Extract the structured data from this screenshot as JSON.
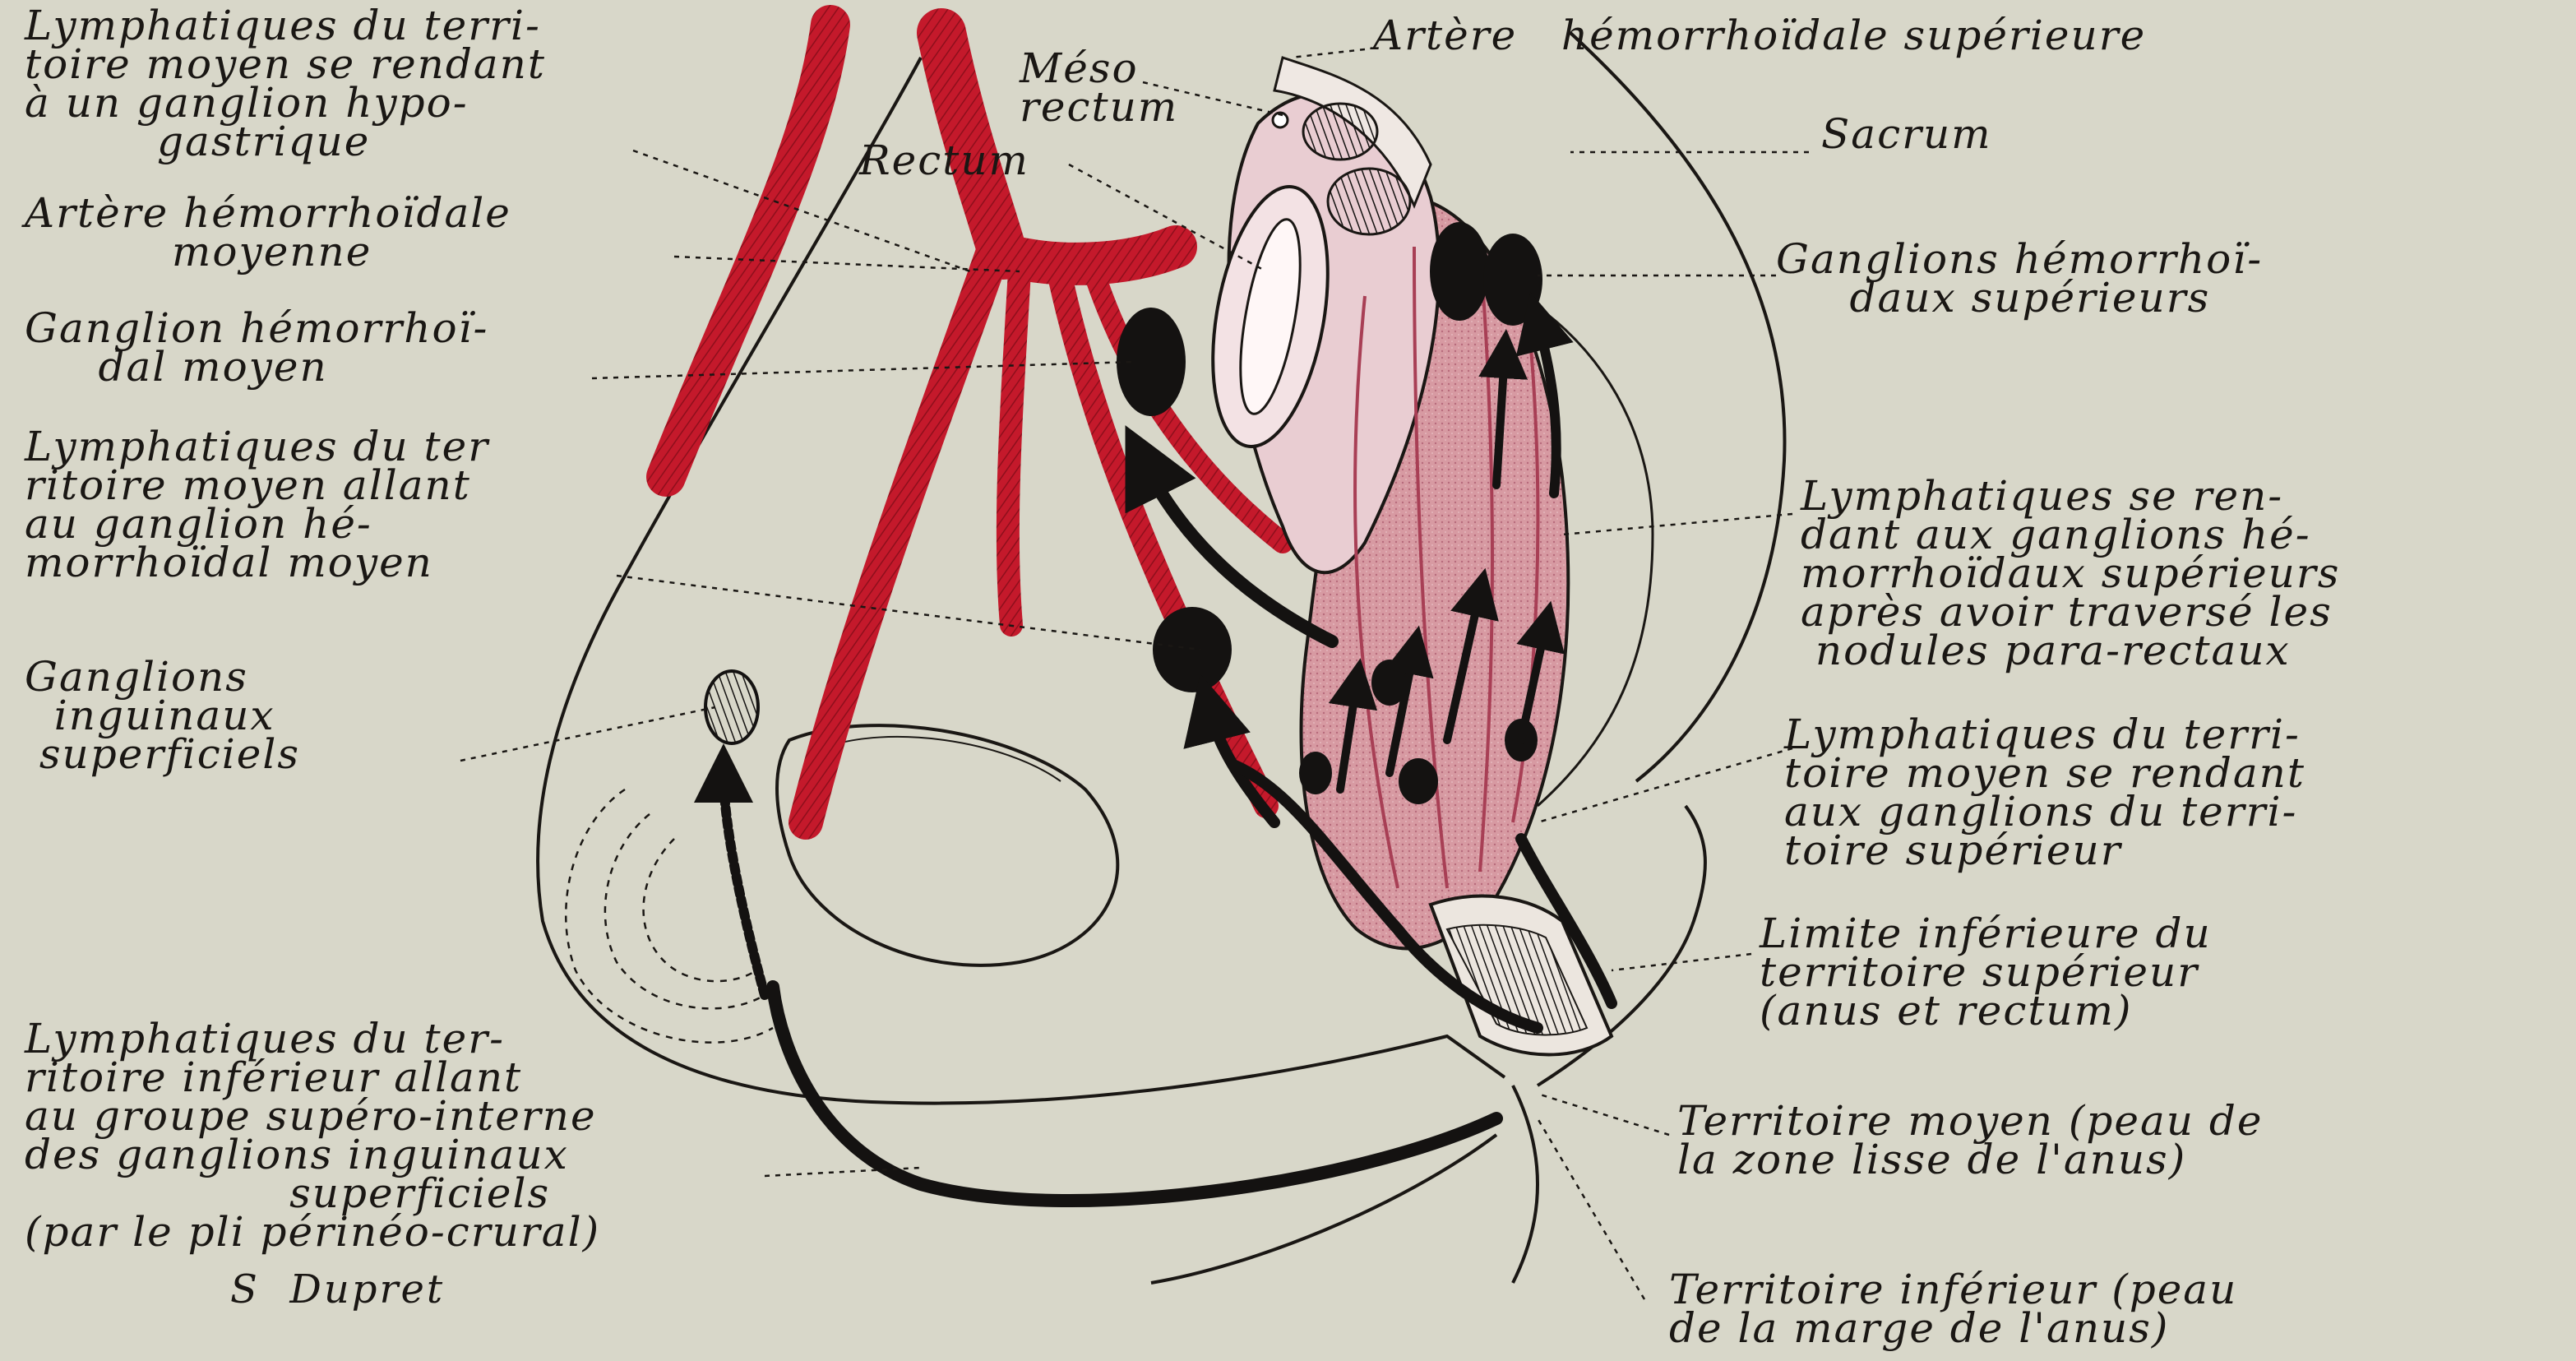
{
  "colors": {
    "paper": "#d8d7c9",
    "ink": "#1a1714",
    "artery_red": "#c4192b",
    "rectum_pink": "#d79aa2",
    "rectum_dark": "#a83f55",
    "node_black": "#141211"
  },
  "labels": {
    "left": [
      {
        "id": "lymph-moyen-hypogastrique",
        "text": "Lymphatiques du terri-\ntoire moyen se rendant\nà un ganglion hypo-\n         gastrique"
      },
      {
        "id": "artere-hemorroidale-moyenne",
        "text": "Artère hémorrhoïdale\n          moyenne"
      },
      {
        "id": "ganglion-hemorroidal-moyen",
        "text": "Ganglion hémorrhoï-\n     dal moyen"
      },
      {
        "id": "lymph-moyen-ganglion-moyen",
        "text": "Lymphatiques du ter\nritoire moyen allant\nau ganglion hé-\nmorrhoïdal moyen"
      },
      {
        "id": "ganglions-inguinaux",
        "text": "Ganglions\n  inguinaux\n superficiels"
      },
      {
        "id": "lymph-inferieur-inguinaux",
        "text": "Lymphatiques du ter-\nritoire inférieur allant\nau groupe supéro-interne\ndes ganglions inguinaux\n                  superficiels\n(par le pli périnéo-crural)"
      }
    ],
    "top": {
      "meso_rectum": "Méso\nrectum",
      "rectum": "Rectum"
    },
    "right": [
      {
        "id": "artere-hemorroidale-superieure",
        "text": "Artère   hémorrhoïdale supérieure"
      },
      {
        "id": "sacrum",
        "text": "Sacrum"
      },
      {
        "id": "ganglions-hemorroidaux-superieurs",
        "text": "Ganglions hémorrhoï-\n     daux supérieurs"
      },
      {
        "id": "lymph-ganglions-superieurs",
        "text": "Lymphatiques se ren-\ndant aux ganglions hé-\nmorrhoïdaux supérieurs\naprès avoir traversé les\n nodules para-rectaux"
      },
      {
        "id": "lymph-moyen-superieur",
        "text": "Lymphatiques du terri-\ntoire moyen se rendant\naux ganglions du terri-\ntoire supérieur"
      },
      {
        "id": "limite-inferieure",
        "text": "Limite inférieure du\nterritoire supérieur\n(anus et rectum)"
      },
      {
        "id": "territoire-moyen",
        "text": "Territoire moyen (peau de\nla zone lisse de l'anus)"
      },
      {
        "id": "territoire-inferieur",
        "text": "Territoire inférieur (peau\nde la marge de l'anus)"
      }
    ],
    "signature": "S  Dupret"
  }
}
